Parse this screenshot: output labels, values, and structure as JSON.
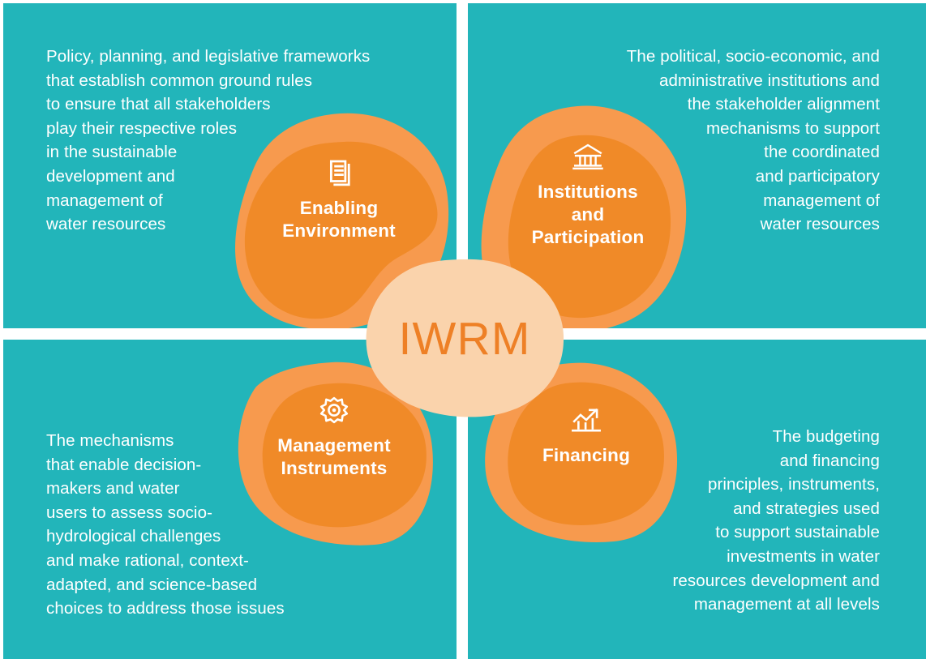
{
  "diagram": {
    "title": "IWRM",
    "center": {
      "label": "IWRM",
      "text_color": "#ee8026",
      "fill": "#fad3ac"
    },
    "colors": {
      "background_panel": "#22b5ba",
      "divider": "#ffffff",
      "blob_outer": "#f79a4e",
      "blob_inner": "#f08a28",
      "description_text": "#ffffff",
      "node_text": "#ffffff"
    },
    "quadrants": [
      {
        "id": "enabling-environment",
        "position": "top-left",
        "node_label": "Enabling\nEnvironment",
        "icon": "document-lines-icon",
        "description": "Policy, planning, and legislative frameworks\nthat establish common ground rules\nto ensure that all stakeholders\nplay their respective roles\nin the sustainable\ndevelopment and\nmanagement of\nwater resources",
        "text_align": "left"
      },
      {
        "id": "institutions-and-participation",
        "position": "top-right",
        "node_label": "Institutions\nand\nParticipation",
        "icon": "classical-building-icon",
        "description": "The political, socio-economic, and\nadministrative institutions and\nthe stakeholder alignment\nmechanisms to support\nthe coordinated\nand participatory\nmanagement of\nwater resources",
        "text_align": "right"
      },
      {
        "id": "management-instruments",
        "position": "bottom-left",
        "node_label": "Management\nInstruments",
        "icon": "gear-icon",
        "description": "The mechanisms\nthat enable decision-\nmakers and water\nusers to assess socio-\nhydrological challenges\nand make rational, context-\nadapted, and science-based\nchoices to address those issues",
        "text_align": "left"
      },
      {
        "id": "financing",
        "position": "bottom-right",
        "node_label": "Financing",
        "icon": "growth-bar-chart-icon",
        "description": "The budgeting\nand financing\nprinciples, instruments,\nand strategies used\nto support sustainable\ninvestments in water\nresources development and\nmanagement at all levels",
        "text_align": "right"
      }
    ]
  }
}
